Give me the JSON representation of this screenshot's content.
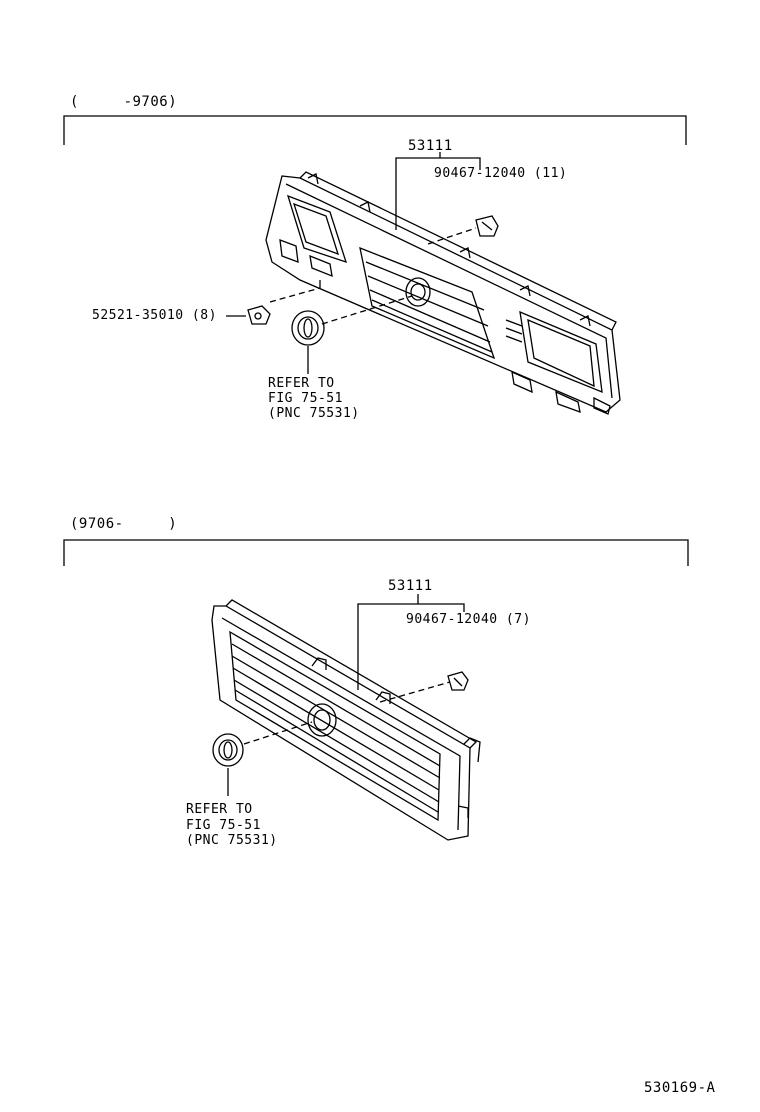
{
  "top_section": {
    "range_label": "(     -9706)",
    "part_grille": "53111",
    "part_clip": "90467-12040 (11)",
    "part_retainer": "52521-35010 (8)",
    "refer_line1": "REFER TO",
    "refer_line2": "FIG 75-51",
    "refer_line3": "(PNC 75531)"
  },
  "bottom_section": {
    "range_label": "(9706-     )",
    "part_grille": "53111",
    "part_clip": "90467-12040 (7)",
    "refer_line1": "REFER TO",
    "refer_line2": "FIG 75-51",
    "refer_line3": "(PNC 75531)"
  },
  "figure_id": "530169-A"
}
